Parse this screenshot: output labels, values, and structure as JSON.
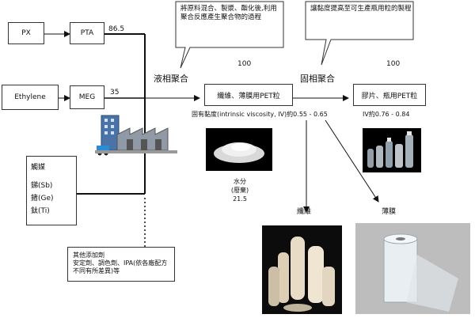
{
  "inputs": {
    "px": "PX",
    "pta": "PTA",
    "pta_amount": "86.5",
    "ethylene": "Ethylene",
    "meg": "MEG",
    "meg_amount": "35"
  },
  "catalyst": {
    "title": "觸媒",
    "items": [
      "銻(Sb)",
      "鍺(Ge)",
      "鈦(Ti)"
    ]
  },
  "additives": {
    "title": "其他添加劑",
    "body": "安定劑、調色劑、IPA(依各廠配方不同有所差異)等"
  },
  "stage1": {
    "callout": "將原料混合、製漿、酯化後,利用聚合反應產生聚合物的過程",
    "process": "液相聚合",
    "amount": "100",
    "product": "纖維、薄膜用PET粒",
    "viscosity": "固有黏度(intrinsic viscosity, IV)約0.55 - 0.65",
    "byproduct": "水分\n(廢棄)\n21.5"
  },
  "stage2": {
    "callout": "讓黏度提高至可生產瓶用粒的製程",
    "process": "固相聚合",
    "amount": "100",
    "product": "膠片、瓶用PET粒",
    "viscosity": "IV約0.76 - 0.84"
  },
  "outputs": {
    "fiber": "纖維",
    "film": "薄膜"
  },
  "icons": {
    "factory": "factory-icon",
    "pellets": "pellet-pile-image",
    "bottles": "pet-bottles-image",
    "fiber_photo": "fiber-spools-image",
    "film_photo": "film-roll-image"
  }
}
